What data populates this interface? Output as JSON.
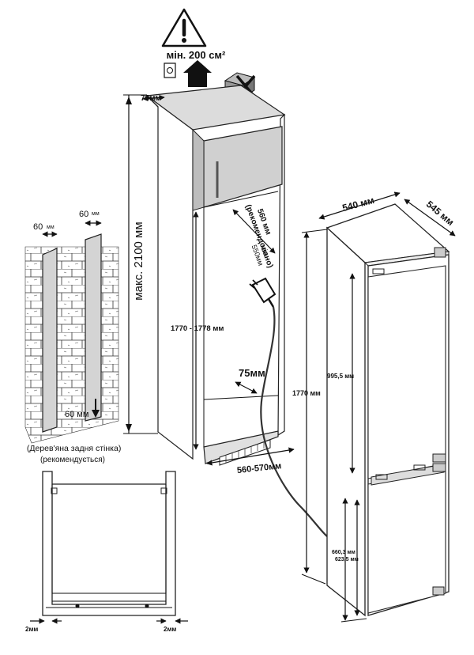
{
  "colors": {
    "line": "#111111",
    "cabinet_top": "#d9d9d9",
    "panel": "#d2d2d2",
    "vent": "#e0e0e0",
    "wall": "#ffffff"
  },
  "icons": [
    "warning-icon",
    "socket-icon",
    "up-arrow-icon",
    "blocked-box-icon",
    "plug-icon",
    "down-arrow-icon"
  ],
  "labels": {
    "ventilation": "мін. 200 см²",
    "gap_top": "75мм",
    "max_height": "макс. 2100 мм",
    "niche_depth": "560 мм (рекомендовано)",
    "niche_depth_line1": "560 мм",
    "niche_depth_line2": "(рекомендовано)",
    "min_depth_line1": "мін.",
    "min_depth_line2": "550мм",
    "niche_height": "1770 - 1778 мм",
    "gap_bottom": "75мм",
    "niche_width": "560-570мм",
    "wall_gap_left": "60",
    "wall_gap_right": "60",
    "wall_gap_bottom": "60 мм",
    "wall_unit": "мм",
    "back_wall_line1": "(Дерев'яна задня стінка)",
    "back_wall_line2": "(рекомендується)",
    "fridge_width": "540 мм",
    "fridge_depth": "545 мм",
    "fridge_height": "1770 мм",
    "upper_door": "995,5 мм",
    "lower_door_1": "660,3 мм",
    "lower_door_2": "623,5 мм",
    "side_gap_left": "2мм",
    "side_gap_right": "2мм"
  }
}
